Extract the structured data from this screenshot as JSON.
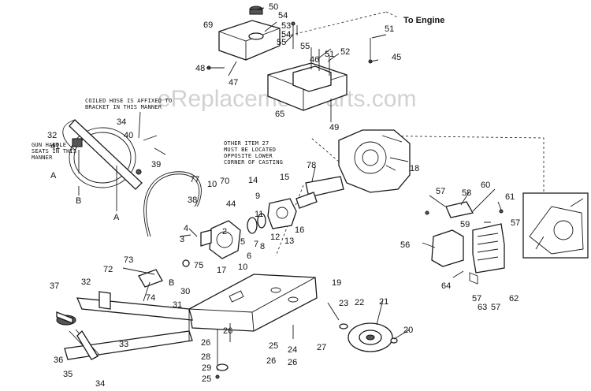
{
  "diagram": {
    "watermark": "eReplacementParts.com",
    "engine_label": "To Engine",
    "notes": {
      "hose": [
        "COILED HOSE IS AFFIXED TO",
        "BRACKET IN THIS MANNER"
      ],
      "gun": [
        "GUN HANDLE",
        "SEATS IN THIS",
        "MANNER"
      ],
      "item27": [
        "OTHER ITEM 27",
        "MUST BE LOCATED",
        "OPPOSITE LOWER",
        "CORNER OF CASTING"
      ]
    },
    "callouts": [
      {
        "id": "c50",
        "text": "50"
      },
      {
        "id": "c54a",
        "text": "54"
      },
      {
        "id": "c53",
        "text": "53"
      },
      {
        "id": "c54b",
        "text": "54"
      },
      {
        "id": "c55a",
        "text": "55"
      },
      {
        "id": "c55b",
        "text": "55"
      },
      {
        "id": "c69",
        "text": "69"
      },
      {
        "id": "c51a",
        "text": "51"
      },
      {
        "id": "c51b",
        "text": "51"
      },
      {
        "id": "c52",
        "text": "52"
      },
      {
        "id": "c46",
        "text": "46"
      },
      {
        "id": "c45",
        "text": "45"
      },
      {
        "id": "c48",
        "text": "48"
      },
      {
        "id": "c47",
        "text": "47"
      },
      {
        "id": "c65",
        "text": "65"
      },
      {
        "id": "c49",
        "text": "49"
      },
      {
        "id": "c32a",
        "text": "32"
      },
      {
        "id": "c34a",
        "text": "34"
      },
      {
        "id": "c41",
        "text": "41"
      },
      {
        "id": "c40",
        "text": "40"
      },
      {
        "id": "cA1",
        "text": "A"
      },
      {
        "id": "cB1",
        "text": "B"
      },
      {
        "id": "cA2",
        "text": "A"
      },
      {
        "id": "c39",
        "text": "39"
      },
      {
        "id": "c38",
        "text": "38"
      },
      {
        "id": "c77",
        "text": "77"
      },
      {
        "id": "c10a",
        "text": "10"
      },
      {
        "id": "c70",
        "text": "70"
      },
      {
        "id": "c44",
        "text": "44"
      },
      {
        "id": "c14",
        "text": "14"
      },
      {
        "id": "c15",
        "text": "15"
      },
      {
        "id": "c78",
        "text": "78"
      },
      {
        "id": "c18",
        "text": "18"
      },
      {
        "id": "c9",
        "text": "9"
      },
      {
        "id": "c11",
        "text": "11"
      },
      {
        "id": "c4",
        "text": "4"
      },
      {
        "id": "c3",
        "text": "3"
      },
      {
        "id": "c2",
        "text": "2"
      },
      {
        "id": "c5",
        "text": "5"
      },
      {
        "id": "c6",
        "text": "6"
      },
      {
        "id": "c7",
        "text": "7"
      },
      {
        "id": "c8",
        "text": "8"
      },
      {
        "id": "c12",
        "text": "12"
      },
      {
        "id": "c13",
        "text": "13"
      },
      {
        "id": "c16",
        "text": "16"
      },
      {
        "id": "c10b",
        "text": "10"
      },
      {
        "id": "c17",
        "text": "17"
      },
      {
        "id": "c75",
        "text": "75"
      },
      {
        "id": "c73",
        "text": "73"
      },
      {
        "id": "c72",
        "text": "72"
      },
      {
        "id": "cB2",
        "text": "B"
      },
      {
        "id": "c74",
        "text": "74"
      },
      {
        "id": "c30",
        "text": "30"
      },
      {
        "id": "c31",
        "text": "31"
      },
      {
        "id": "c37",
        "text": "37"
      },
      {
        "id": "c32b",
        "text": "32"
      },
      {
        "id": "c19",
        "text": "19"
      },
      {
        "id": "c23",
        "text": "23"
      },
      {
        "id": "c22",
        "text": "22"
      },
      {
        "id": "c21",
        "text": "21"
      },
      {
        "id": "c20",
        "text": "20"
      },
      {
        "id": "c27",
        "text": "27"
      },
      {
        "id": "c26a",
        "text": "26"
      },
      {
        "id": "c26b",
        "text": "26"
      },
      {
        "id": "c25a",
        "text": "25"
      },
      {
        "id": "c24",
        "text": "24"
      },
      {
        "id": "c26c",
        "text": "26"
      },
      {
        "id": "c26d",
        "text": "26"
      },
      {
        "id": "c28",
        "text": "28"
      },
      {
        "id": "c29",
        "text": "29"
      },
      {
        "id": "c25b",
        "text": "25"
      },
      {
        "id": "c33",
        "text": "33"
      },
      {
        "id": "c36",
        "text": "36"
      },
      {
        "id": "c35",
        "text": "35"
      },
      {
        "id": "c34b",
        "text": "34"
      },
      {
        "id": "c57a",
        "text": "57"
      },
      {
        "id": "c58",
        "text": "58"
      },
      {
        "id": "c60",
        "text": "60"
      },
      {
        "id": "c61",
        "text": "61"
      },
      {
        "id": "c59",
        "text": "59"
      },
      {
        "id": "c57b",
        "text": "57"
      },
      {
        "id": "c56",
        "text": "56"
      },
      {
        "id": "c64",
        "text": "64"
      },
      {
        "id": "c57c",
        "text": "57"
      },
      {
        "id": "c63",
        "text": "63"
      },
      {
        "id": "c57d",
        "text": "57"
      },
      {
        "id": "c62",
        "text": "62"
      }
    ]
  }
}
